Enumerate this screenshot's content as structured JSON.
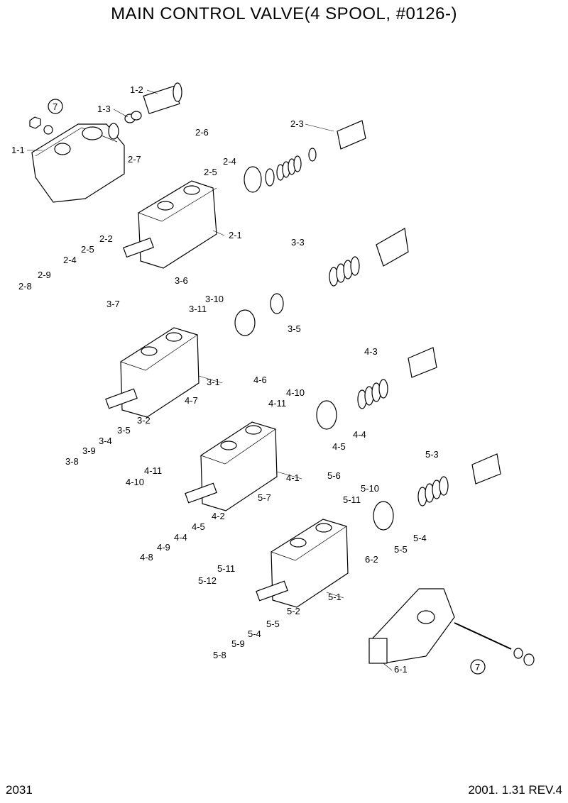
{
  "title": "MAIN CONTROL VALVE(4 SPOOL, #0126-)",
  "footer_left": "2031",
  "footer_right": "2001. 1.31 REV.4",
  "labels": {
    "l_1_2": "1-2",
    "l_1_3": "1-3",
    "l_7a": "7",
    "l_1_1": "1-1",
    "l_2_3": "2-3",
    "l_2_6": "2-6",
    "l_2_7": "2-7",
    "l_2_4": "2-4",
    "l_2_5a": "2-5",
    "l_2_1": "2-1",
    "l_2_2": "2-2",
    "l_2_5b": "2-5",
    "l_2_4b": "2-4",
    "l_2_9": "2-9",
    "l_2_8": "2-8",
    "l_3_3": "3-3",
    "l_3_6": "3-6",
    "l_3_10": "3-10",
    "l_3_11": "3-11",
    "l_3_7": "3-7",
    "l_3_5a": "3-5",
    "l_3_1": "3-1",
    "l_3_2": "3-2",
    "l_3_5b": "3-5",
    "l_3_4": "3-4",
    "l_3_9": "3-9",
    "l_3_8": "3-8",
    "l_4_3": "4-3",
    "l_4_6": "4-6",
    "l_4_10a": "4-10",
    "l_4_11a": "4-11",
    "l_4_7": "4-7",
    "l_4_4a": "4-4",
    "l_4_5a": "4-5",
    "l_4_11b": "4-11",
    "l_4_10b": "4-10",
    "l_4_1": "4-1",
    "l_4_2": "4-2",
    "l_4_5b": "4-5",
    "l_4_4b": "4-4",
    "l_4_9": "4-9",
    "l_4_8": "4-8",
    "l_5_3": "5-3",
    "l_5_6": "5-6",
    "l_5_10": "5-10",
    "l_5_11a": "5-11",
    "l_5_7": "5-7",
    "l_5_4a": "5-4",
    "l_5_5a": "5-5",
    "l_5_11b": "5-11",
    "l_5_12": "5-12",
    "l_5_1": "5-1",
    "l_5_2": "5-2",
    "l_5_5b": "5-5",
    "l_5_4b": "5-4",
    "l_5_9": "5-9",
    "l_5_8": "5-8",
    "l_6_2": "6-2",
    "l_6_1": "6-1",
    "l_7b": "7"
  }
}
